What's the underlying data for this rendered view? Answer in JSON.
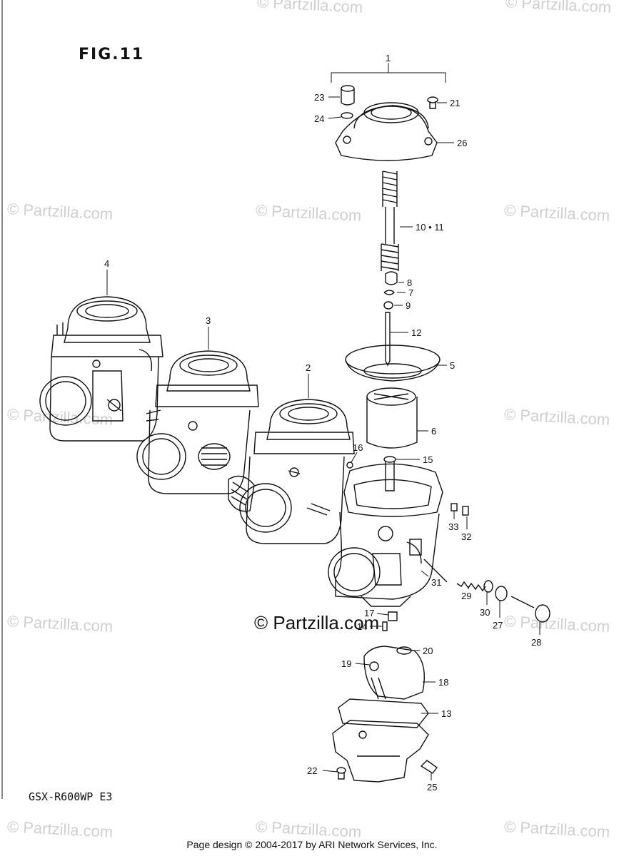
{
  "figure_title": "FIG.11",
  "model_code": "GSX-R600WP  E3",
  "page_credit": "Page design © 2004-2017 by ARI Network Services, Inc.",
  "center_watermark": "© Partzilla.com",
  "watermark_text": "© Partzilla.com",
  "callouts": {
    "c1": "1",
    "c2": "2",
    "c3": "3",
    "c4": "4",
    "c5": "5",
    "c6": "6",
    "c7": "7",
    "c8": "8",
    "c9": "9",
    "c10_11": "10 • 11",
    "c12": "12",
    "c13": "13",
    "c14": "14",
    "c15": "15",
    "c16": "16",
    "c17": "17",
    "c18": "18",
    "c19": "19",
    "c20": "20",
    "c21": "21",
    "c22": "22",
    "c23": "23",
    "c24": "24",
    "c25": "25",
    "c26": "26",
    "c27": "27",
    "c28": "28",
    "c29": "29",
    "c30": "30",
    "c31": "31",
    "c32": "32",
    "c33": "33"
  }
}
